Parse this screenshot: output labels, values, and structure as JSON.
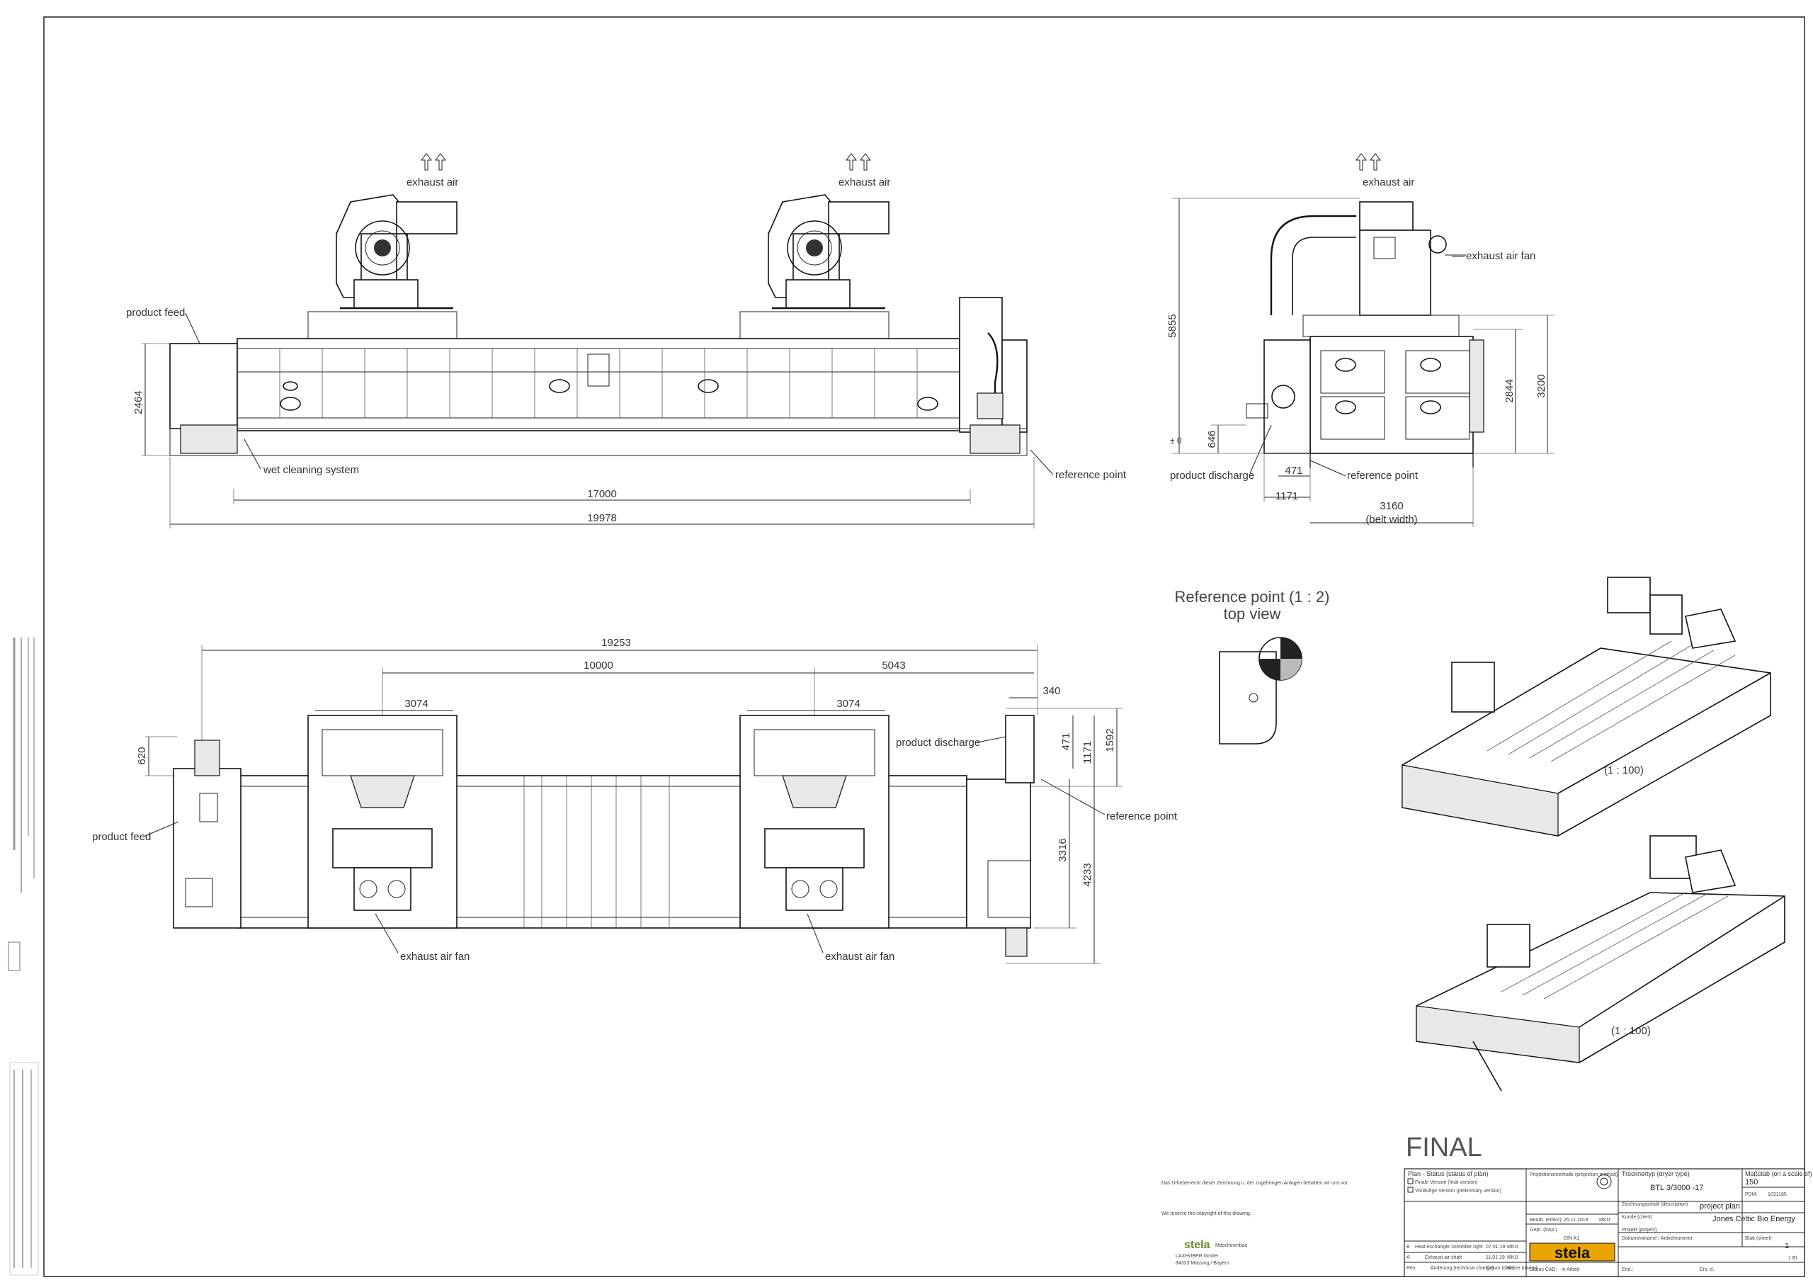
{
  "labels": {
    "exhaust_air": "exhaust air",
    "product_feed": "product feed",
    "wet_cleaning_system": "wet cleaning system",
    "reference_point": "reference point",
    "exhaust_air_fan": "exhaust air fan",
    "product_discharge": "product discharge",
    "ref_point_title": "Reference point (1 : 2)",
    "ref_point_sub": "top view",
    "scale_iso": "(1 : 100)",
    "zero_mark": "± 0",
    "belt_width": "(belt width)"
  },
  "dimensions": {
    "front_length": "17000",
    "front_total": "19978",
    "front_height": "2464",
    "side_height_total": "5855",
    "side_h1": "2844",
    "side_h2": "3200",
    "side_646": "646",
    "side_471": "471",
    "side_1171": "1171",
    "side_belt": "3160",
    "top_total": "19253",
    "top_10000": "10000",
    "top_5043": "5043",
    "top_3074a": "3074",
    "top_3074b": "3074",
    "top_340": "340",
    "top_471": "471",
    "top_1171": "1171",
    "top_1592": "1592",
    "top_620": "620",
    "top_3316": "3316",
    "top_4233": "4233"
  },
  "stamp": "FINAL",
  "title_block": {
    "status_header": "Plan - Status (status of plan)",
    "status_final": "Finale Version (final version)",
    "status_pre": "Vorläufige Version (preliminary version)",
    "projection_label": "Projektionsmethode (projection method)",
    "type_label": "Trocknertyp (dryer type)",
    "type_value": "BTL 3/3000 -17",
    "scale_label": "Maßstab (on a scale of)",
    "scale_value": "150",
    "pdm_label": "PDM:",
    "pdm_value": "1031185",
    "drawn_label": "Bearb. (editor)",
    "drawn_date": "26.11.2018",
    "drawn_name": "MKU",
    "copy_label": "Gepr. (insp.)",
    "format_value": "DIN A1",
    "content_label": "Zeichnungsinhalt (description)",
    "content_value": "project plan",
    "client_label": "Kunde (client)",
    "client_value": "Jones Celtic Bio Energy",
    "project_label": "Projekt (project)",
    "doc_label": "Dokumentname / Artikelnummer",
    "sheet_label": "Blatt (sheet)",
    "sheet_value": "1",
    "sheets_value": "1 Bl.",
    "rev_b": "B",
    "rev_b_text": "Heat exchanger controller right",
    "rev_b_date": "07.01.19",
    "rev_b_name": "MKU",
    "rev_a": "A",
    "rev_a_text": "Exhaust air shaft",
    "rev_a_date": "11.01.19",
    "rev_a_name": "MKU",
    "rev_label": "Rev.",
    "change_label": "Änderung (technical change)",
    "date_label": "Datum (date)",
    "name_label": "Name (name)",
    "status_cad": "Status CAD:",
    "status_cad_value": "in Arbeit",
    "erst": "Erst.:",
    "ers": "Ers. d.:",
    "logo": "stela",
    "copyright_de": "Das Urheberrecht dieser Zeichnung u. der zugehörigen Anlagen behalten wir uns vor.",
    "copyright_en": "We reserve the copyright of this drawing.",
    "company": "LAXHUBER GmbH",
    "city": "84323 Massing / Bayern",
    "maschinenbau": "Maschinenbau"
  }
}
